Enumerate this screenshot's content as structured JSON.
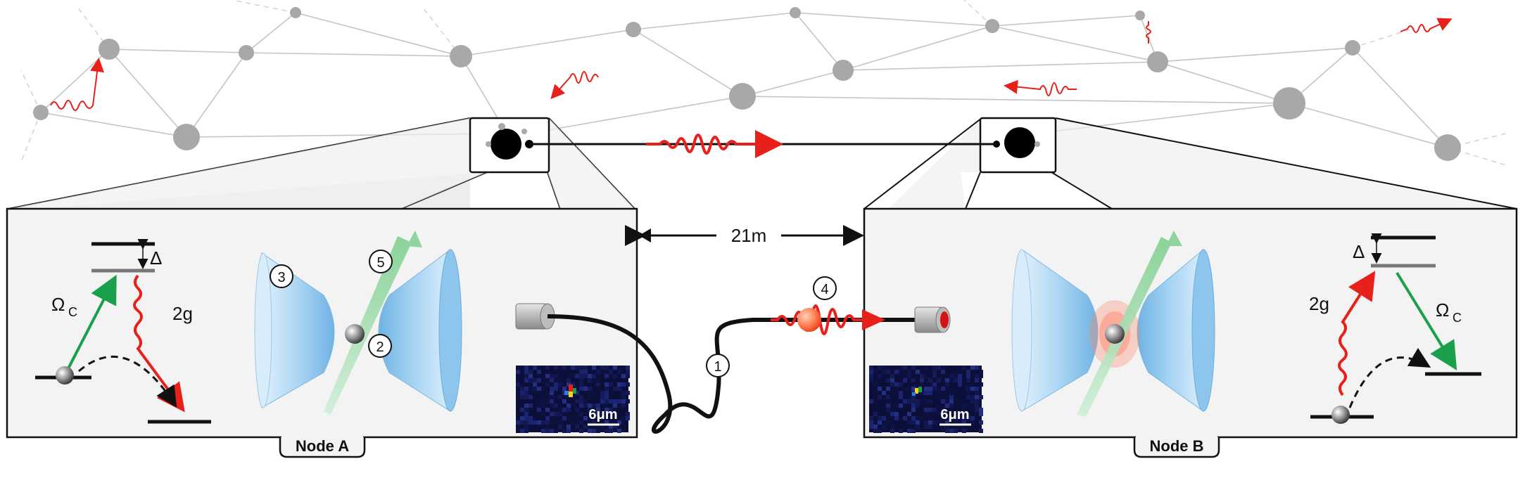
{
  "distance_label": "21m",
  "node_a": {
    "name": "Node A",
    "detuning": "Δ",
    "control": "Ω",
    "control_sub": "C",
    "coupling": "2g",
    "scale_bar": "6μm",
    "markers": {
      "m3": "3",
      "m5": "5",
      "m2": "2"
    }
  },
  "node_b": {
    "name": "Node B",
    "detuning": "Δ",
    "control": "Ω",
    "control_sub": "C",
    "coupling": "2g",
    "scale_bar": "6μm"
  },
  "channel": {
    "markers": {
      "m1": "1",
      "m4": "4"
    }
  },
  "colors": {
    "photon": "#e8201a",
    "control_beam": "#1aa04a",
    "network_node": "#a8a8a8",
    "mirror": "#8cc4ea",
    "panel_bg": "#f3f3f3",
    "camera_bg": "#0b0f3a"
  }
}
